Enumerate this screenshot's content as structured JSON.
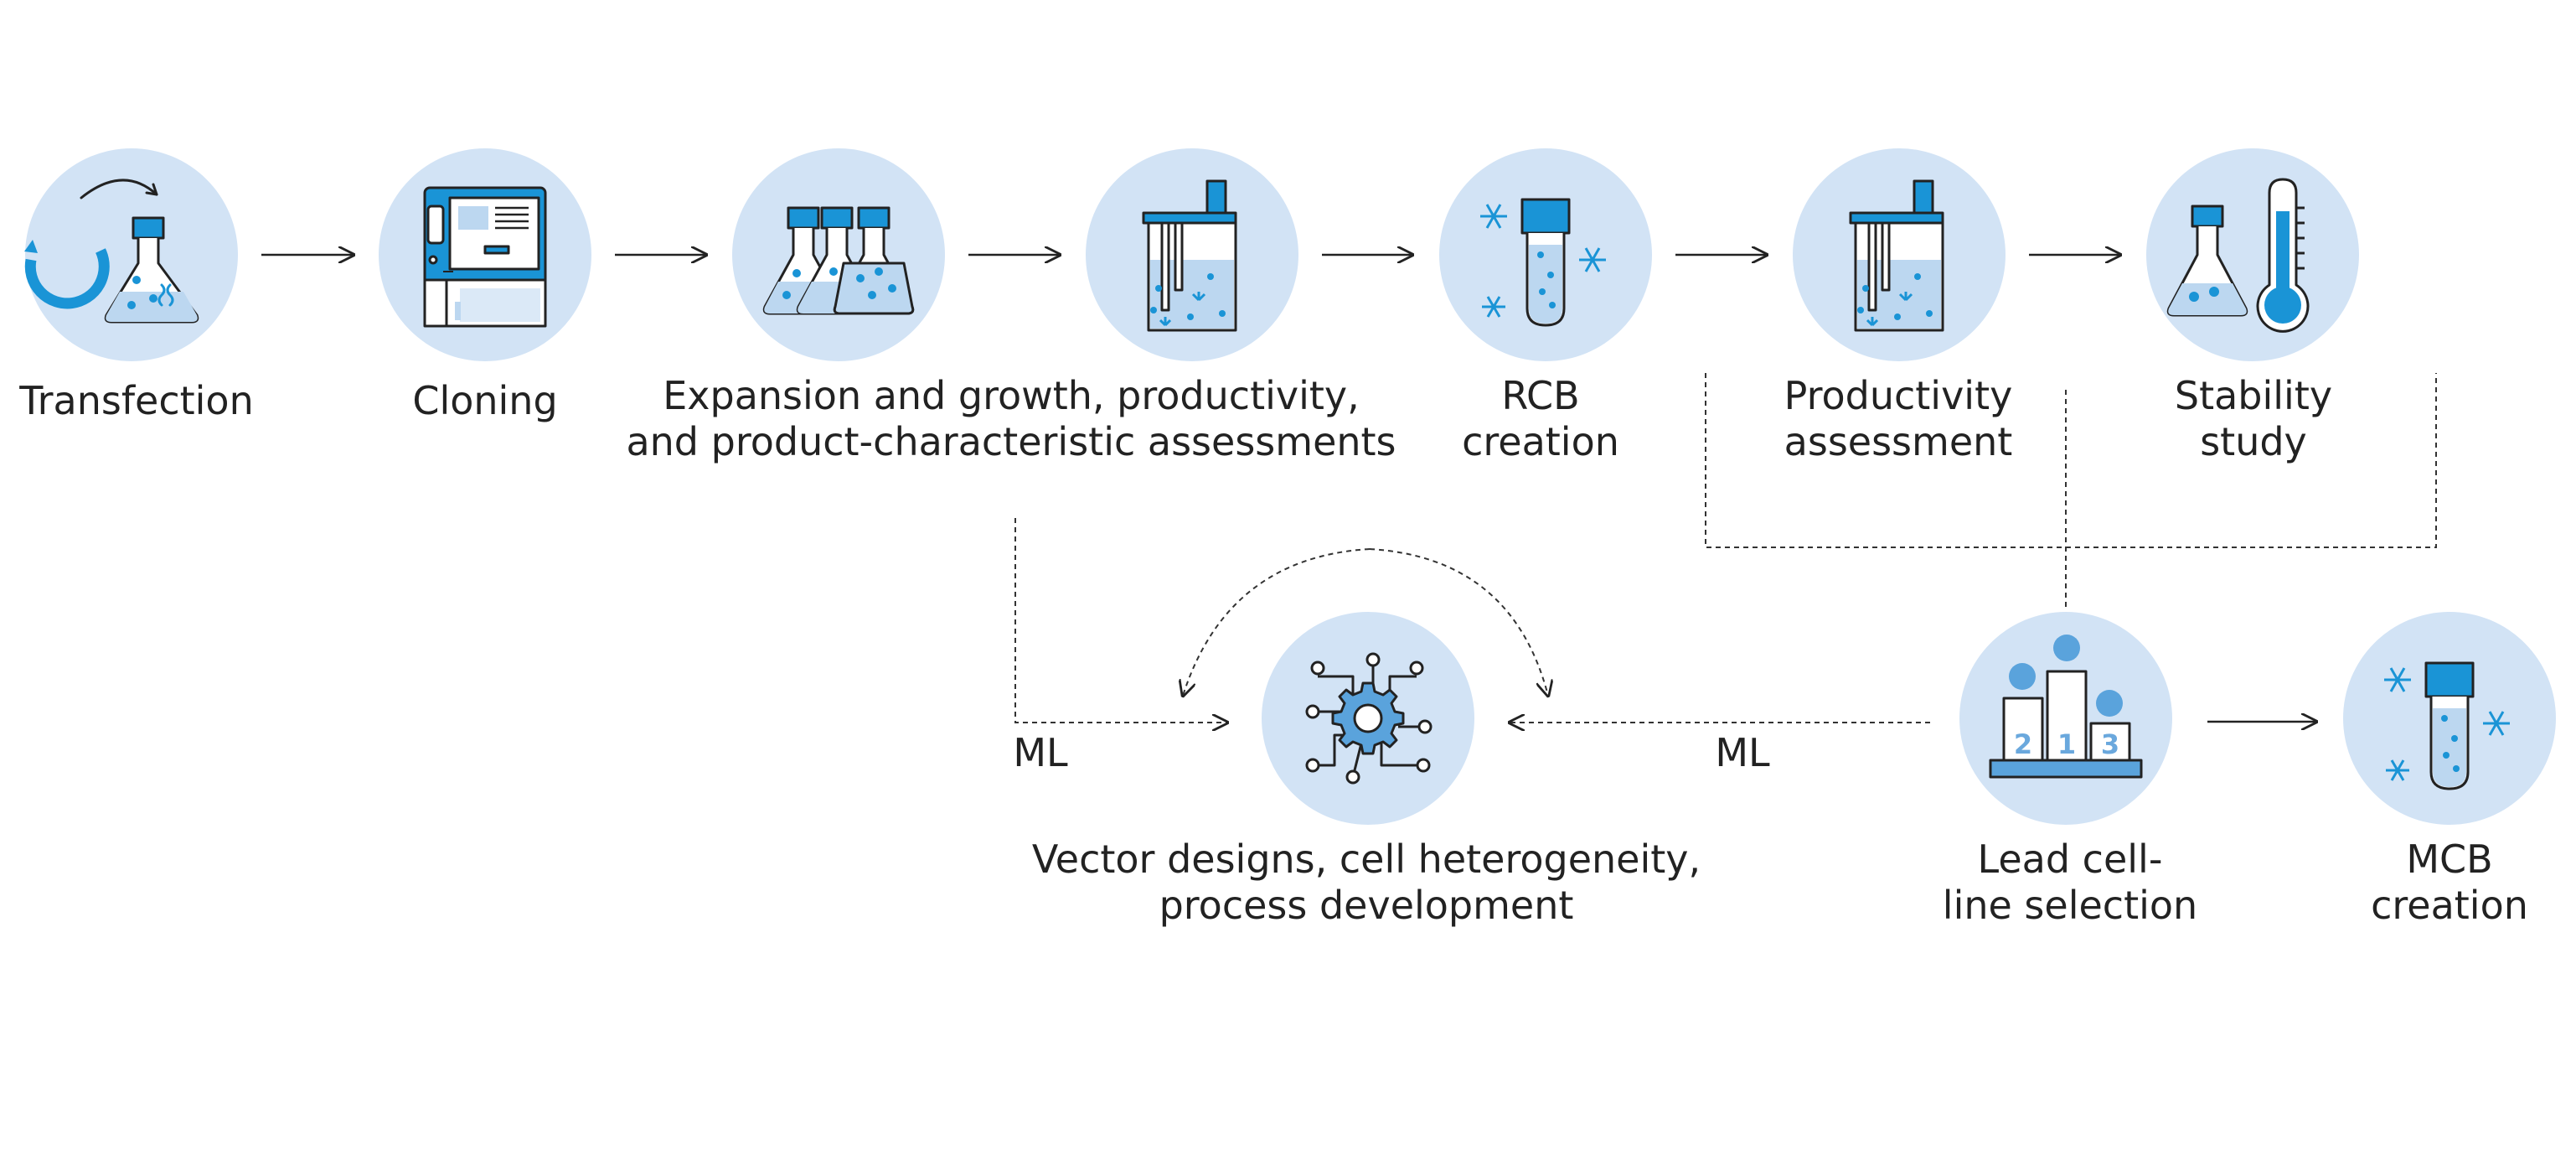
{
  "colors": {
    "circle_bg": "#d2e3f5",
    "accent": "#1a94d6",
    "light_fill": "#bcd7f0",
    "stroke": "#222222",
    "white": "#ffffff",
    "podium_base": "#5aa3dc",
    "podium_number": "#6aa8dd"
  },
  "steps": {
    "transfection": {
      "icon": "transfection-icon",
      "lines": [
        "Transfection"
      ]
    },
    "cloning": {
      "icon": "cloning-instrument-icon",
      "lines": [
        "Cloning"
      ]
    },
    "expansion": {
      "icon": "three-flasks-icon",
      "lines": [
        "Expansion and growth, productivity,",
        "and product-characteristic assessments"
      ]
    },
    "bioreactor": {
      "icon": "bioreactor-icon",
      "lines": []
    },
    "rcb": {
      "icon": "frozen-tube-icon",
      "lines": [
        "RCB",
        "creation"
      ]
    },
    "productivity": {
      "icon": "bioreactor-icon",
      "lines": [
        "Productivity",
        "assessment"
      ]
    },
    "stability": {
      "icon": "flask-thermometer-icon",
      "lines": [
        "Stability",
        "study"
      ]
    },
    "ml_hub": {
      "icon": "gear-network-icon",
      "lines": [
        "Vector designs, cell heterogeneity,",
        "process development"
      ]
    },
    "lead": {
      "icon": "podium-icon",
      "lines": [
        "Lead cell-",
        "line selection"
      ],
      "podium_numbers": [
        "2",
        "1",
        "3"
      ]
    },
    "mcb": {
      "icon": "frozen-tube-icon",
      "lines": [
        "MCB",
        "creation"
      ]
    }
  },
  "edge_labels": {
    "left": "ML",
    "right": "ML"
  }
}
